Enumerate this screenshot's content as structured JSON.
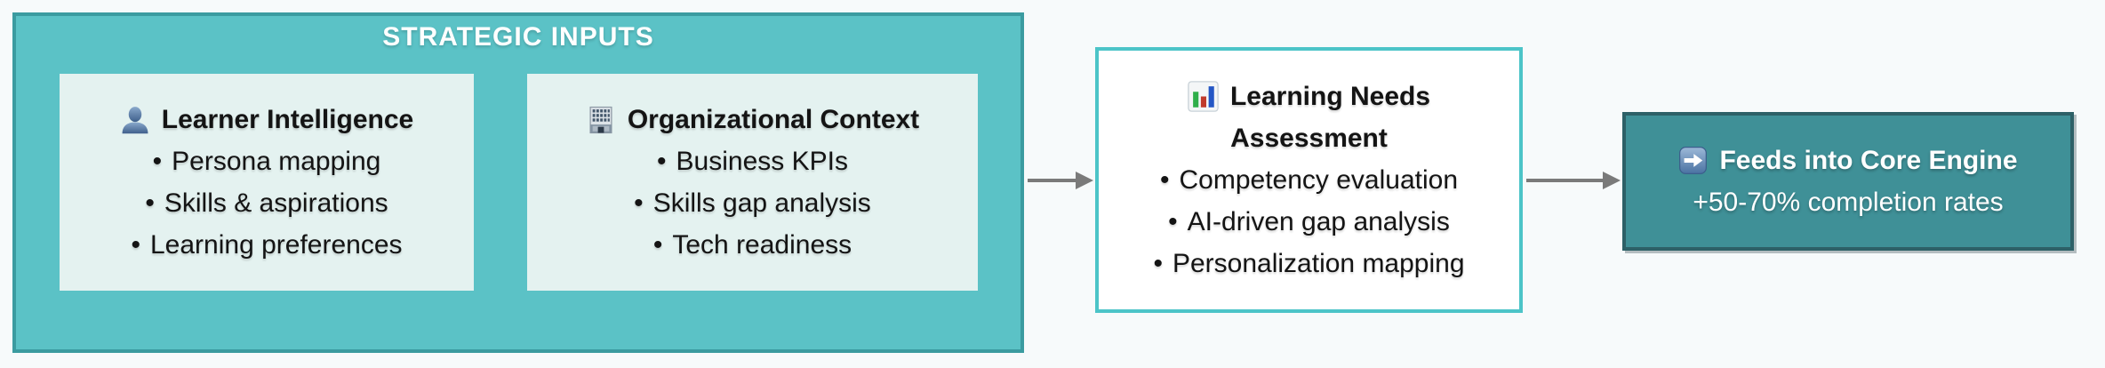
{
  "background_color": "#f7fafb",
  "strategic_inputs": {
    "title": "STRATEGIC INPUTS",
    "container_color": "#5bc2c6",
    "container_border_color": "#3b9ba0",
    "card_color": "#e4f2f0",
    "cards": [
      {
        "icon": "person-icon",
        "heading": "Learner Intelligence",
        "bullets": [
          "Persona mapping",
          "Skills & aspirations",
          "Learning preferences"
        ]
      },
      {
        "icon": "building-icon",
        "heading": "Organizational Context",
        "bullets": [
          "Business KPIs",
          "Skills gap analysis",
          "Tech readiness"
        ]
      }
    ]
  },
  "assessment_box": {
    "icon": "bar-chart-icon",
    "heading_lines": [
      "Learning Needs",
      "Assessment"
    ],
    "bullets": [
      "Competency evaluation",
      "AI-driven gap analysis",
      "Personalization mapping"
    ],
    "fill_color": "#ffffff",
    "border_color": "#4cc4c8"
  },
  "outcome_box": {
    "icon": "arrow-right-icon",
    "heading": "Feeds into Core Engine",
    "subtitle": "+50-70% completion rates",
    "fill_color": "#3f9097",
    "border_color": "#2d6067",
    "text_color": "#ffffff"
  },
  "arrows": {
    "color": "#7a7a7a"
  }
}
